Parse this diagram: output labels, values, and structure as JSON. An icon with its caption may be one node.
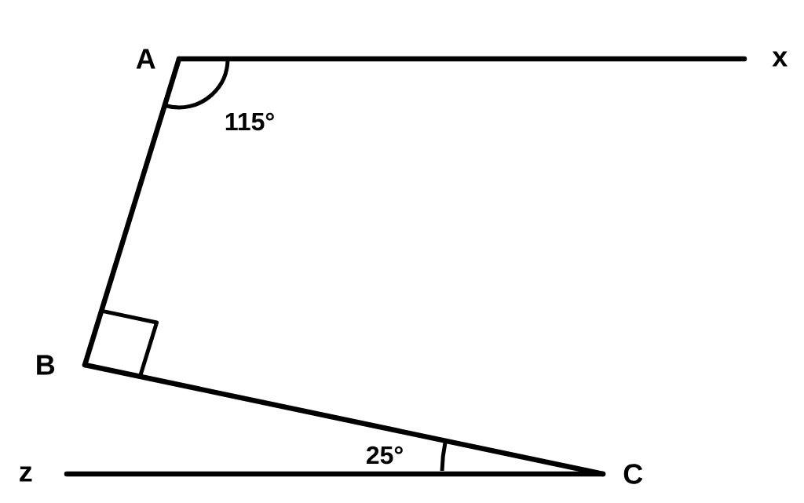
{
  "diagram": {
    "nodes": [
      {
        "text": [
          "A"
        ]
      },
      {
        "text": [
          "x"
        ]
      },
      {
        "text": [
          "B"
        ]
      },
      {
        "text": [
          "z"
        ]
      },
      {
        "text": [
          "C"
        ]
      }
    ],
    "edges": [
      {
        "from": 0,
        "to": 1,
        "arrow": "none"
      },
      {
        "from": 0,
        "to": 2,
        "arrow": "none"
      },
      {
        "from": 2,
        "to": 4,
        "arrow": "none"
      },
      {
        "from": 3,
        "to": 4,
        "arrow": "none"
      }
    ],
    "labels": [
      "115°",
      "25°"
    ]
  }
}
